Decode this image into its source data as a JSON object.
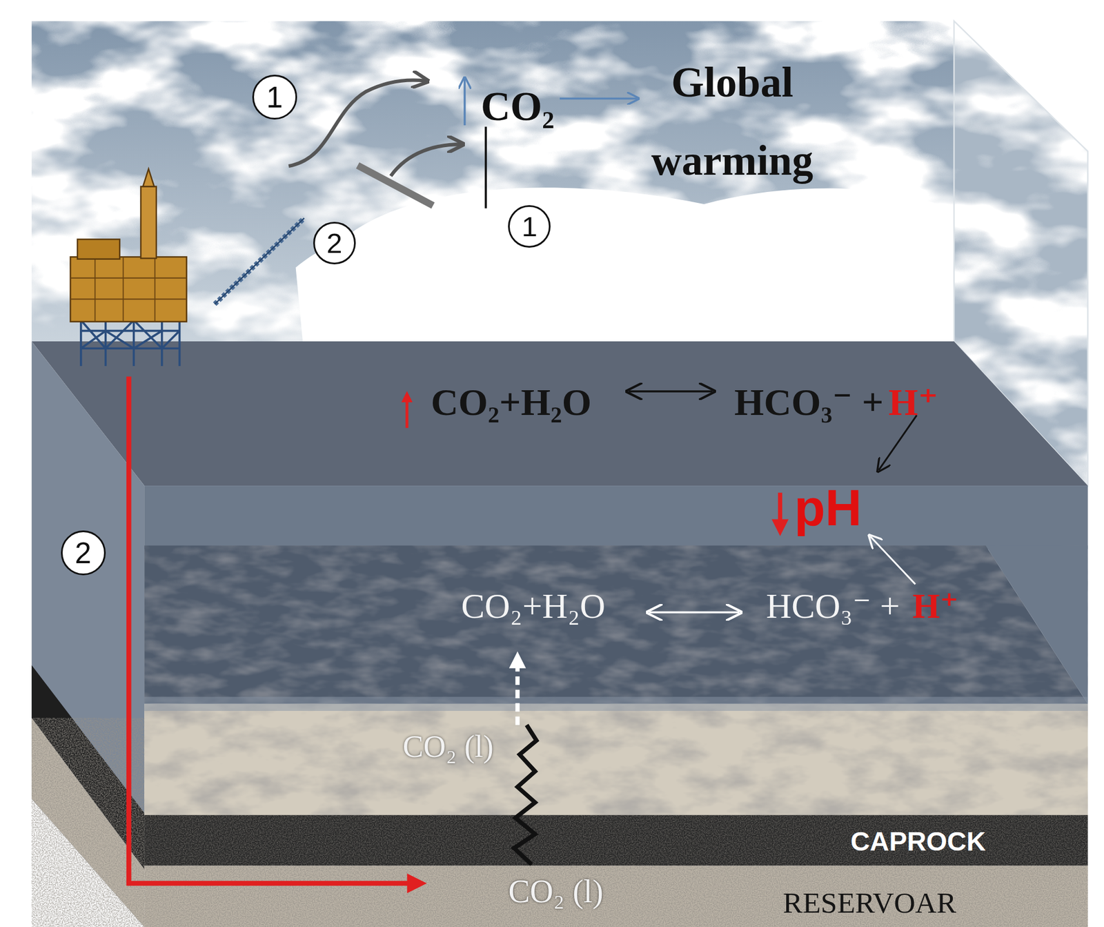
{
  "diagram": {
    "nodes": [
      {
        "text": [
          "1"
        ]
      },
      {
        "text": [
          "2"
        ]
      },
      {
        "text": [
          "1"
        ]
      },
      {
        "text": [
          "2"
        ]
      }
    ],
    "labels": [
      "CO₂",
      "Global warming",
      "CO₂+H₂O",
      "HCO₃⁻ +",
      "H⁺",
      "pH",
      "CO₂+H₂O",
      "HCO₃⁻ +",
      "H⁺",
      "CO₂ (l)",
      "CAPROCK",
      "CO₂ (l)",
      "RESERVOAR"
    ]
  }
}
